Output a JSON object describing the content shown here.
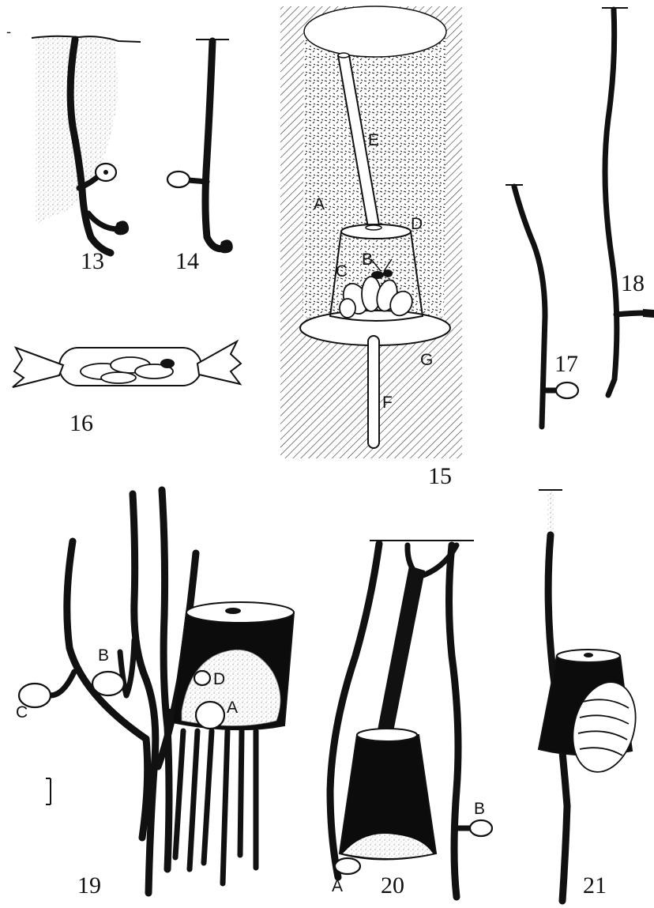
{
  "figures": {
    "fig13": {
      "number": "13"
    },
    "fig14": {
      "number": "14"
    },
    "fig15": {
      "number": "15",
      "labels": {
        "a": "A",
        "b": "B",
        "c": "C",
        "d": "D",
        "e": "E",
        "f": "F",
        "g": "G"
      }
    },
    "fig16": {
      "number": "16"
    },
    "fig17": {
      "number": "17"
    },
    "fig18": {
      "number": "18"
    },
    "fig19": {
      "number": "19",
      "labels": {
        "a": "A",
        "b": "B",
        "c": "C",
        "d": "D"
      }
    },
    "fig20": {
      "number": "20",
      "labels": {
        "a": "A",
        "b": "B"
      }
    },
    "fig21": {
      "number": "21"
    }
  },
  "colors": {
    "ink": "#111111",
    "paper": "#ffffff",
    "soil_stipple": "#b8b8b8"
  }
}
